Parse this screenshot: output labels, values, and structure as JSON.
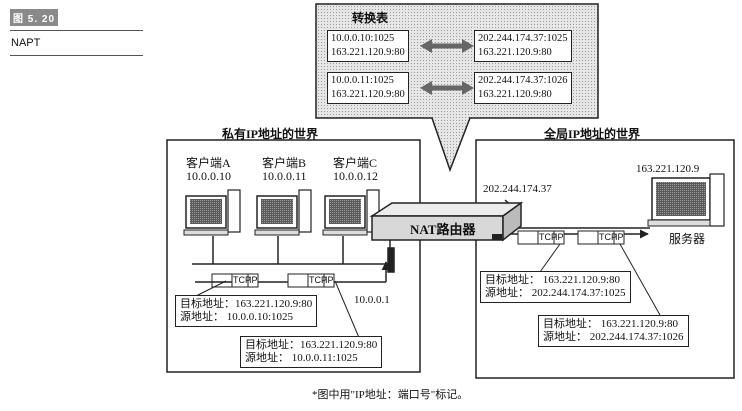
{
  "figure": {
    "number": "图 5. 20",
    "title": "NAPT"
  },
  "table": {
    "title": "转换表",
    "rows": [
      {
        "private": [
          "10.0.0.10:1025",
          "163.221.120.9:80"
        ],
        "global": [
          "202.244.174.37:1025",
          "163.221.120.9:80"
        ]
      },
      {
        "private": [
          "10.0.0.11:1025",
          "163.221.120.9:80"
        ],
        "global": [
          "202.244.174.37:1026",
          "163.221.120.9:80"
        ]
      }
    ]
  },
  "private_world": {
    "title": "私有IP地址的世界",
    "clients": [
      {
        "name": "客户端A",
        "ip": "10.0.0.10"
      },
      {
        "name": "客户端B",
        "ip": "10.0.0.11"
      },
      {
        "name": "客户端C",
        "ip": "10.0.0.12"
      }
    ],
    "gateway_ip": "10.0.0.1",
    "packet_labels": [
      {
        "dst": "目标地址：163.221.120.9:80",
        "src": "源地址：  10.0.0.10:1025"
      },
      {
        "dst": "目标地址：163.221.120.9:80",
        "src": "源地址：  10.0.0.11:1025"
      }
    ]
  },
  "global_world": {
    "title": "全局IP地址的世界",
    "server_ip": "163.221.120.9",
    "server_label": "服务器",
    "packet_labels": [
      {
        "dst": "目标地址：  163.221.120.9:80",
        "src": "源地址：  202.244.174.37:1025"
      },
      {
        "dst": "目标地址：  163.221.120.9:80",
        "src": "源地址：  202.244.174.37:1026"
      }
    ]
  },
  "router": {
    "label": "NAT路由器",
    "global_ip": "202.244.174.37"
  },
  "packet": {
    "tcp": "TCP",
    "ip": "IP"
  },
  "note": "*图中用\"IP地址：端口号\"标记。",
  "colors": {
    "line": "#222222",
    "screen": "#6e6e6e",
    "dither": "#bdbdbd"
  }
}
